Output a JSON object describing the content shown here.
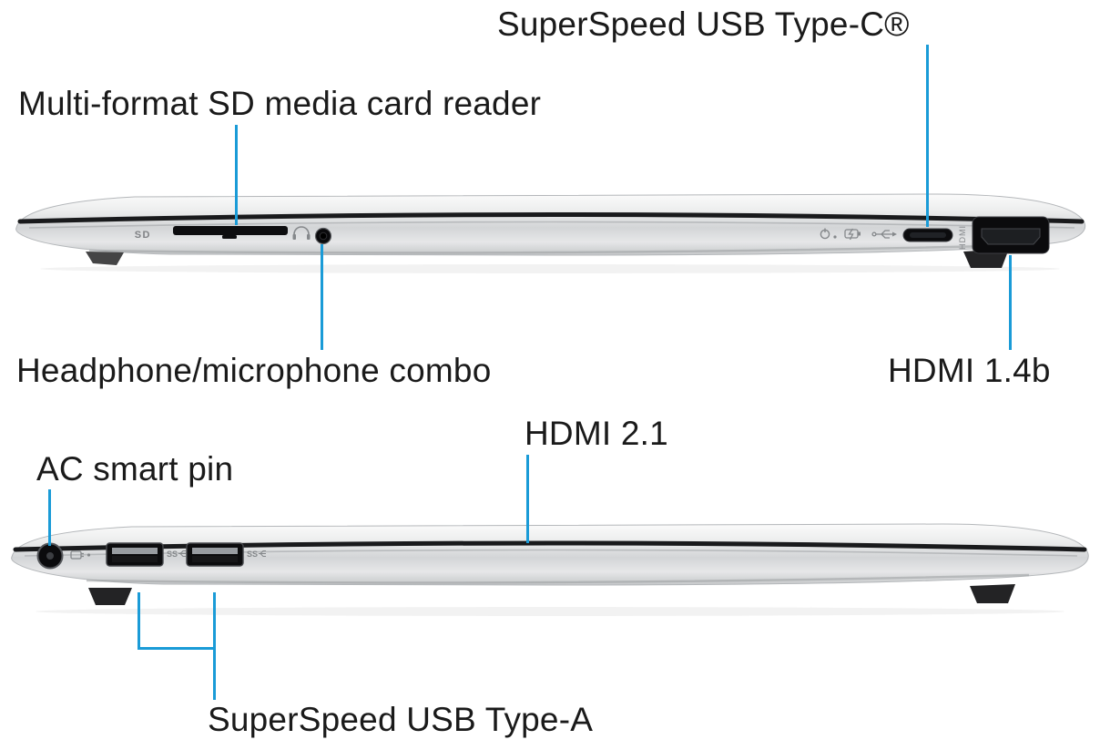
{
  "colors": {
    "accent": "#1a9bd7",
    "label_text": "#1a1a1a",
    "background": "#ffffff"
  },
  "top_view": {
    "labels": {
      "usb_c": "SuperSpeed USB Type-C®",
      "sd_reader": "Multi-format SD media card reader",
      "headphone": "Headphone/microphone combo",
      "hdmi": "HDMI 1.4b"
    },
    "markings": {
      "sd": "SD",
      "hdmi": "HDMI"
    }
  },
  "bottom_view": {
    "labels": {
      "hdmi": "HDMI 2.1",
      "ac_pin": "AC smart pin",
      "usb_a": "SuperSpeed USB Type-A"
    },
    "markings": {
      "ss": "SS"
    }
  }
}
